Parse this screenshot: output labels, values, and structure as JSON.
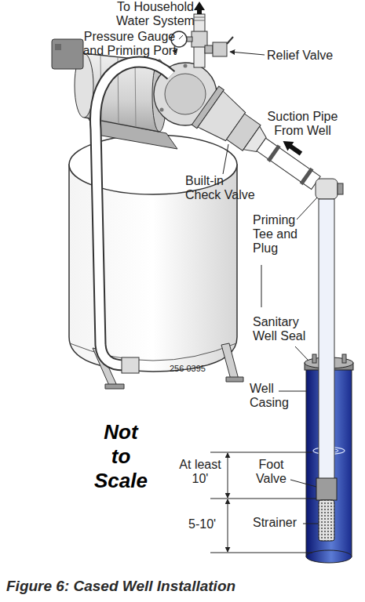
{
  "diagram": {
    "caption": "Figure 6: Cased Well Installation",
    "labels": [
      "To Household Water System",
      "Pressure Gauge and Priming Port",
      "Relief Valve",
      "Suction Pipe From Well",
      "Built-in Check Valve",
      "Priming Tee and Plug",
      "Sanitary Well Seal",
      "256 0395",
      "Well Casing",
      "Not to Scale",
      "At least 10'",
      "Foot Valve",
      "5-10'",
      "Strainer"
    ]
  }
}
